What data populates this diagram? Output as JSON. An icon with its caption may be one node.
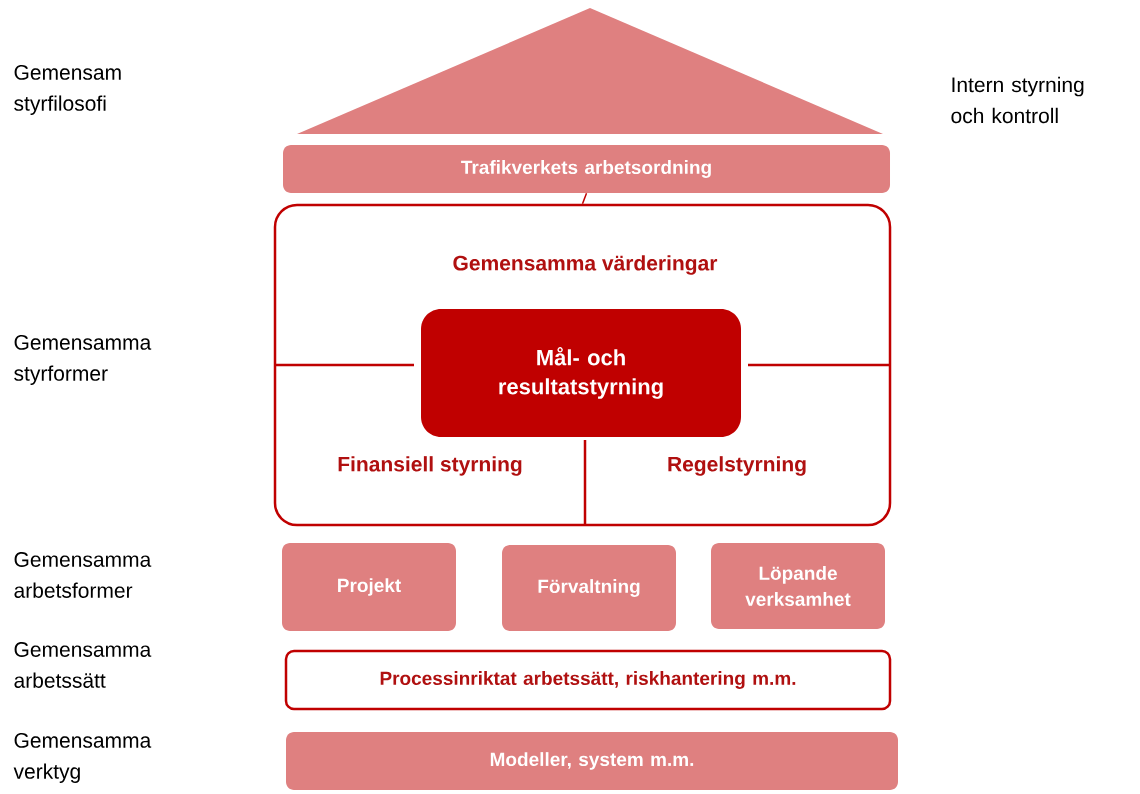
{
  "diagram": {
    "nodes": [
      {
        "text": [
          "Trafikverkets arbetsordning"
        ]
      },
      {
        "text": [
          "Gemensamma värderingar",
          "Finansiell styrning",
          "Regelstyrning"
        ]
      },
      {
        "text": [
          "Mål- och resultatstyrning"
        ],
        "in": 1
      },
      {
        "text": [
          "Projekt"
        ]
      },
      {
        "text": [
          "Förvaltning"
        ]
      },
      {
        "text": [
          "Löpande verksamhet"
        ]
      },
      {
        "text": [
          "Processinriktat arbetssätt, riskhantering m.m."
        ]
      },
      {
        "text": [
          "Modeller, system m.m."
        ]
      }
    ],
    "edges": [
      {
        "from": 0,
        "to": 1,
        "arrow": "none"
      }
    ],
    "labels": [
      "Gemensam styrfilosofi",
      "Intern styrning och kontroll",
      "Gemensamma styrformer",
      "Gemensamma arbetsformer",
      "Gemensamma arbetssätt",
      "Gemensamma verktyg"
    ]
  }
}
